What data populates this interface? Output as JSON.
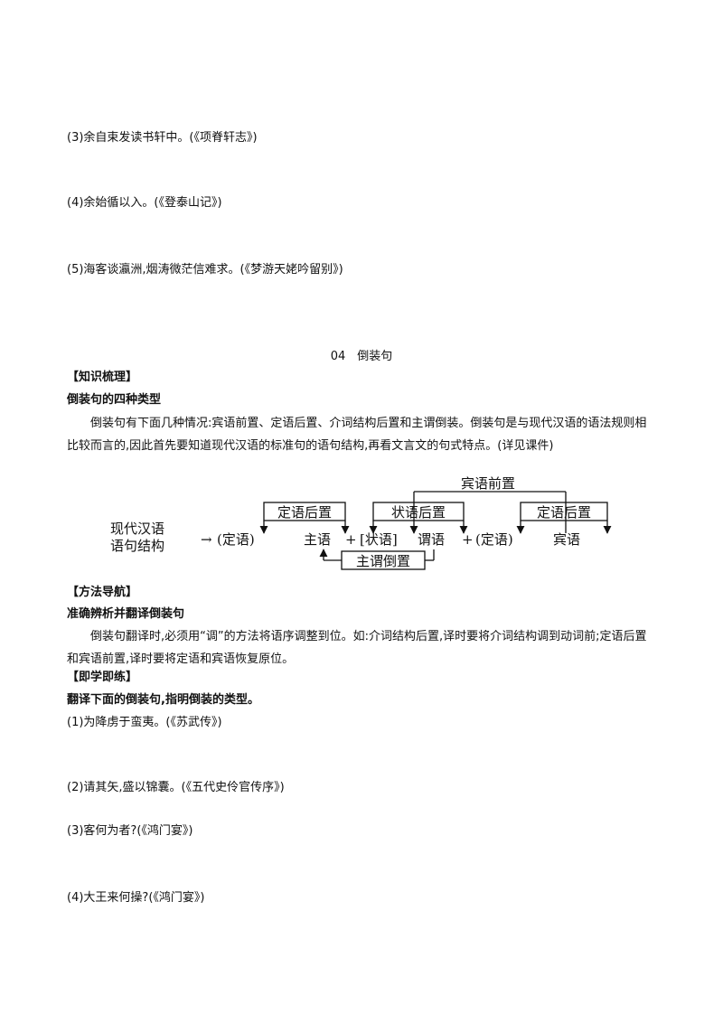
{
  "top_items": [
    "(3)余自束发读书轩中。(《项脊轩志》)",
    "(4)余始循以入。(《登泰山记》)",
    "(5)海客谈瀛洲,烟涛微茫信难求。(《梦游天姥吟留别》)"
  ],
  "section_title": "04　倒装句",
  "knowledge": {
    "heading": "【知识梳理】",
    "subheading": "倒装句的四种类型",
    "paragraph": "倒装句有下面几种情况:宾语前置、定语后置、介词结构后置和主谓倒装。倒装句是与现代汉语的语法规则相比较而言的,因此首先要知道现代汉语的标准句的语句结构,再看文言文的句式特点。(详见课件)"
  },
  "diagram": {
    "left_label_line1": "现代汉语",
    "left_label_line2": "语句结构",
    "sentence": {
      "arrow": "→",
      "p1": "(定语)",
      "subject": "主语",
      "plus1": "+",
      "adverbial": "[状语]",
      "predicate": "谓语",
      "plus2": "+",
      "p2": "(定语)",
      "object": "宾语"
    },
    "box_attr_post_1": "定语后置",
    "box_adv_post": "状语后置",
    "box_attr_post_2": "定语后置",
    "label_obj_pre": "宾语前置",
    "box_subj_pred": "主谓倒置"
  },
  "method": {
    "heading": "【方法导航】",
    "subheading": "准确辨析并翻译倒装句",
    "paragraph": "倒装句翻译时,必须用“调”的方法将语序调整到位。如:介词结构后置,译时要将介词结构调到动词前;定语后置和宾语前置,译时要将定语和宾语恢复原位。"
  },
  "practice": {
    "heading": "【即学即练】",
    "instruction": "翻译下面的倒装句,指明倒装的类型。",
    "items": [
      "(1)为降虏于蛮夷。(《苏武传》)",
      "(2)请其矢,盛以锦囊。(《五代史伶官传序》)",
      "(3)客何为者?(《鸿门宴》)",
      "(4)大王来何操?(《鸿门宴》)"
    ]
  }
}
